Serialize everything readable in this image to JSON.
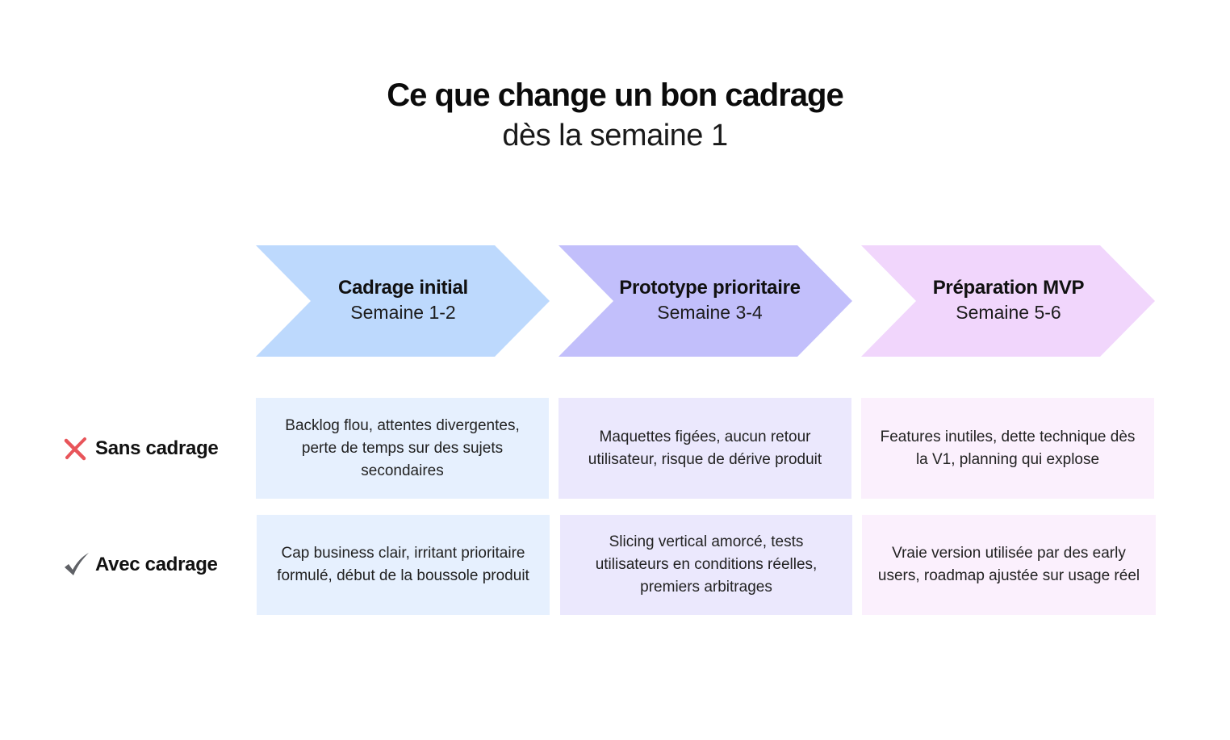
{
  "header": {
    "title": "Ce que change un bon cadrage",
    "subtitle": "dès la semaine 1"
  },
  "colors": {
    "phase_1": "#bdd9fd",
    "phase_2": "#c2bffb",
    "phase_3": "#f1d6fc",
    "cell_1": "#e6f0fe",
    "cell_2": "#ebe8fd",
    "cell_3": "#fbf0fd",
    "cross_icon": "#e8555a",
    "check_icon": "#5f6166"
  },
  "phases": [
    {
      "name": "Cadrage initial",
      "weeks": "Semaine 1-2"
    },
    {
      "name": "Prototype prioritaire",
      "weeks": "Semaine 3-4"
    },
    {
      "name": "Préparation MVP",
      "weeks": "Semaine 5-6"
    }
  ],
  "rows": [
    {
      "label": "Sans cadrage",
      "icon": "cross-icon",
      "cells": [
        "Backlog flou, attentes divergentes, perte de temps sur des sujets secondaires",
        "Maquettes figées, aucun retour utilisateur, risque de dérive produit",
        "Features inutiles, dette technique dès la V1, planning qui explose"
      ]
    },
    {
      "label": "Avec cadrage",
      "icon": "check-icon",
      "cells": [
        "Cap business clair, irritant prioritaire formulé, début de la boussole produit",
        "Slicing vertical amorcé, tests utilisateurs en conditions réelles, premiers arbitrages",
        "Vraie version utilisée par des early users, roadmap ajustée sur usage réel"
      ]
    }
  ]
}
